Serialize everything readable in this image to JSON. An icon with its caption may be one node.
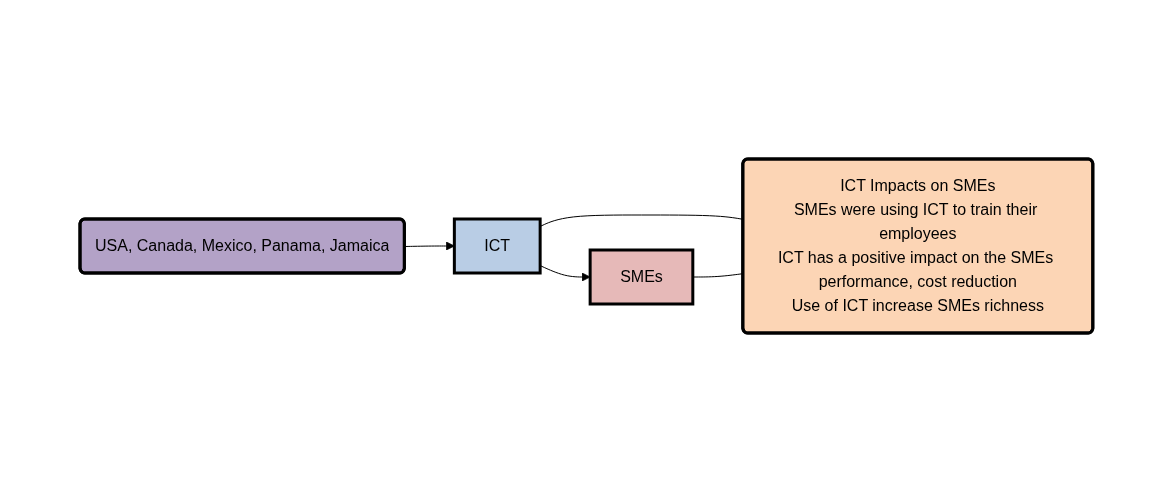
{
  "diagram": {
    "nodes": [
      {
        "text": [
          "USA, Canada, Mexico, Panama, Jamaica"
        ]
      },
      {
        "text": [
          "ICT"
        ]
      },
      {
        "text": [
          "SMEs"
        ]
      },
      {
        "text": [
          "ICT Impacts on SMEs",
          "SMEs were using ICT to train their employees",
          "ICT has a positive impact on the SMEs performance, cost reduction",
          "Use of ICT increase SMEs richness"
        ]
      }
    ],
    "edges": [
      {
        "from": 0,
        "to": 1,
        "arrow": "to"
      },
      {
        "from": 1,
        "to": 2,
        "arrow": "to"
      },
      {
        "from": 1,
        "to": 3,
        "arrow": "none"
      },
      {
        "from": 2,
        "to": 3,
        "arrow": "none"
      }
    ]
  }
}
